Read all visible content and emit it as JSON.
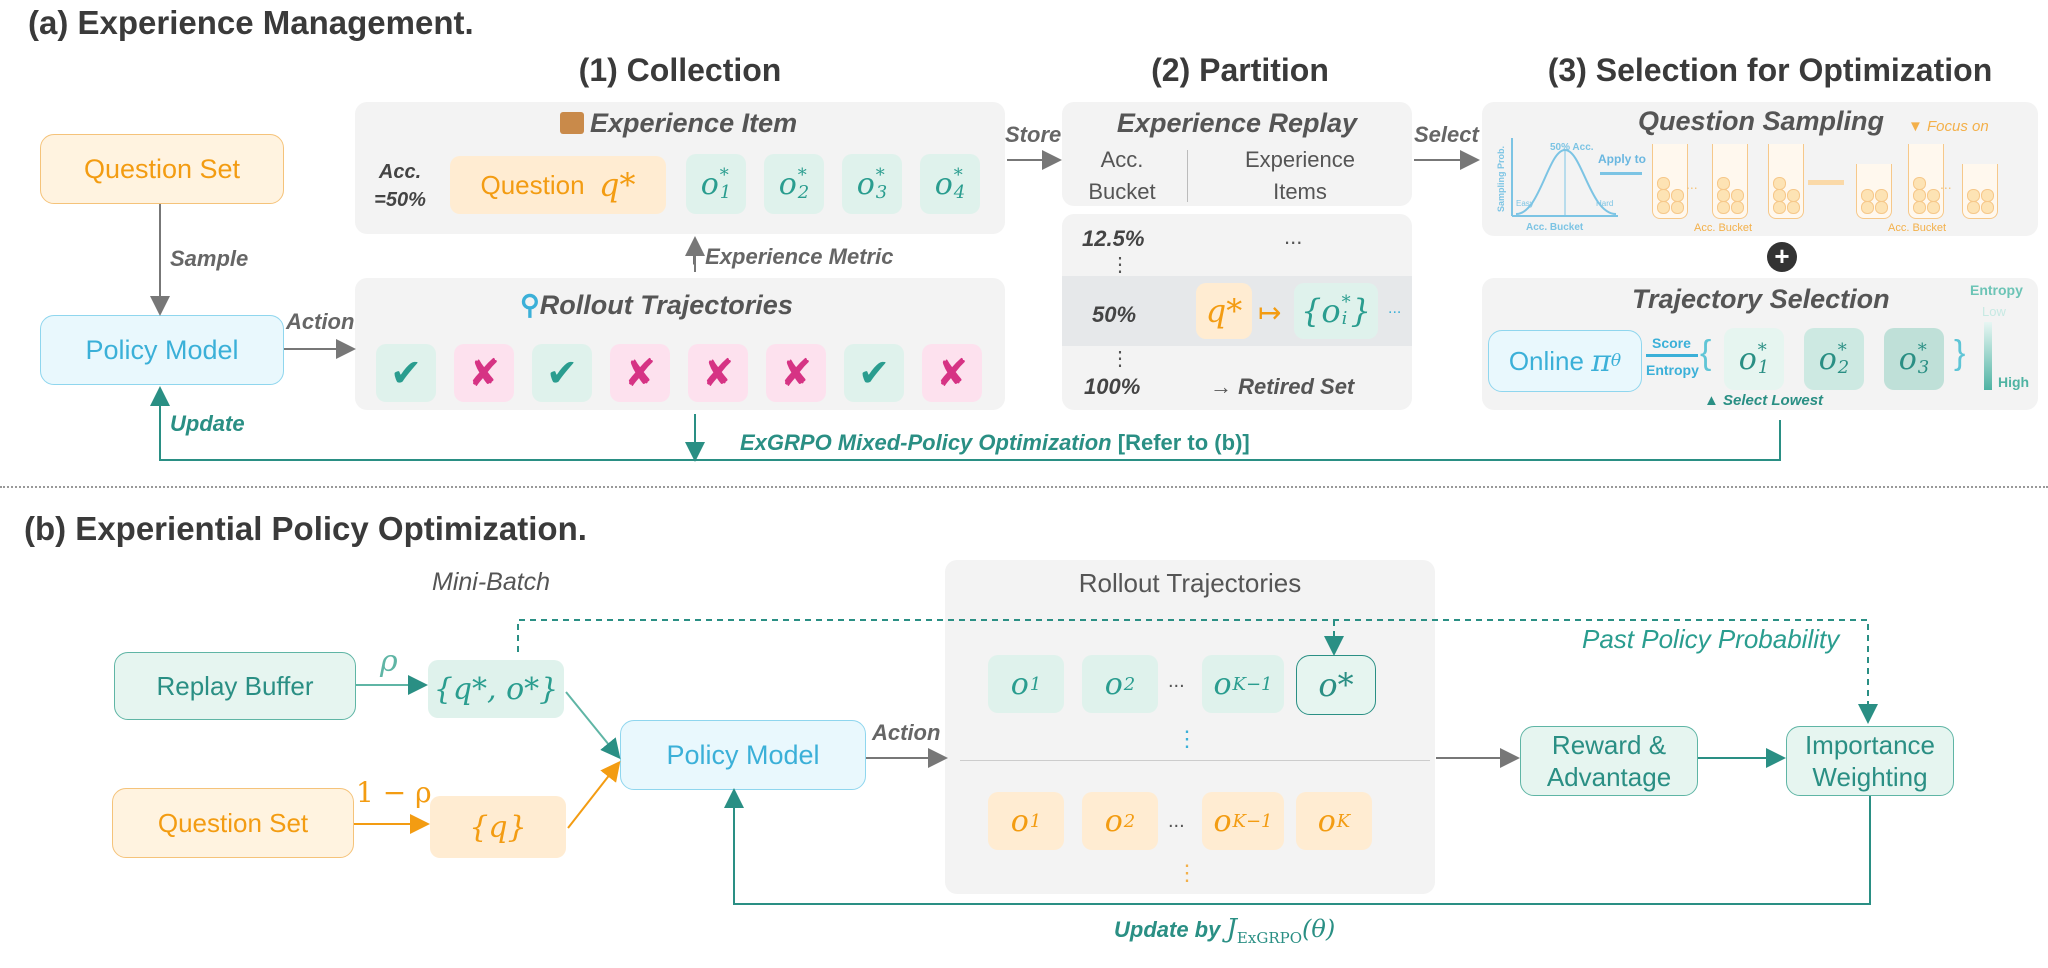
{
  "section_a": {
    "title": "(a) Experience Management.",
    "collection_title": "(1) Collection",
    "partition_title": "(2) Partition",
    "selection_title": "(3) Selection for Optimization",
    "question_set": "Question Set",
    "policy_model": "Policy Model",
    "sample": "Sample",
    "action": "Action",
    "update": "Update",
    "experience_item": {
      "title": "Experience Item",
      "acc_label": "Acc.",
      "acc_value": "=50%",
      "question_label": "Question",
      "question_symbol": "q*",
      "outputs": [
        "o",
        "o",
        "o",
        "o"
      ],
      "output_subs": [
        "1",
        "2",
        "3",
        "4"
      ],
      "output_sup": "*"
    },
    "experience_metric": "Experience Metric",
    "rollout": {
      "title": "Rollout Trajectories",
      "marks": [
        "✔",
        "✘",
        "✔",
        "✘",
        "✘",
        "✘",
        "✔",
        "✘"
      ]
    },
    "store": "Store",
    "select": "Select",
    "replay": {
      "title": "Experience Replay",
      "col1": [
        "Acc.",
        "Bucket"
      ],
      "col2": [
        "Experience",
        "Items"
      ],
      "rows": [
        "12.5%",
        "50%",
        "100%"
      ],
      "row1_items": "...",
      "row_dots": "⋮",
      "row2_q": "q*",
      "row2_map": "↦",
      "row2_items": "{o",
      "row2_sub": "i",
      "row2_close": "}",
      "row2_more": "...",
      "row3_items": "→ Retired Set"
    },
    "question_sampling": {
      "title": "Question Sampling",
      "focus": "▼ Focus on",
      "y_axis": "Sampling Prob.",
      "x_axis": "Acc. Bucket",
      "peak": "50% Acc.",
      "easy": "Easy",
      "hard": "Hard",
      "apply": "Apply to",
      "bucket_label_1": "Acc. Bucket",
      "bucket_label_2": "Acc. Bucket",
      "dots": "..."
    },
    "plus": "+",
    "trajectory_selection": {
      "title": "Trajectory Selection",
      "online": "Online",
      "pi": "π",
      "theta": "θ",
      "score": "Score",
      "entropy": "Entropy",
      "outputs_subs": [
        "1",
        "2",
        "3"
      ],
      "select_lowest": "▲ Select Lowest",
      "entropy_label": "Entropy",
      "low": "Low",
      "high": "High"
    },
    "mixed_policy": "ExGRPO Mixed-Policy Optimization",
    "refer": "[Refer to (b)]"
  },
  "section_b": {
    "title": "(b) Experiential Policy Optimization.",
    "mini_batch": "Mini-Batch",
    "rollout_title": "Rollout Trajectories",
    "replay_buffer": "Replay Buffer",
    "question_set": "Question Set",
    "rho": "ρ",
    "one_minus_rho": "1 − ρ",
    "set_qo": "{q*, o*}",
    "set_q": "{q}",
    "policy_model": "Policy Model",
    "action": "Action",
    "past_policy": "Past Policy Probability",
    "teal_subs": [
      "1",
      "2",
      "K−1"
    ],
    "orange_subs": [
      "1",
      "2",
      "K−1",
      "K"
    ],
    "o_star": "o*",
    "ellipsis": "...",
    "vdots": "⋮",
    "reward": [
      "Reward &",
      "Advantage"
    ],
    "importance": [
      "Importance",
      "Weighting"
    ],
    "update_by": "Update by",
    "objective": "J",
    "objective_sub": "ExGRPO",
    "objective_arg": "(θ)"
  }
}
